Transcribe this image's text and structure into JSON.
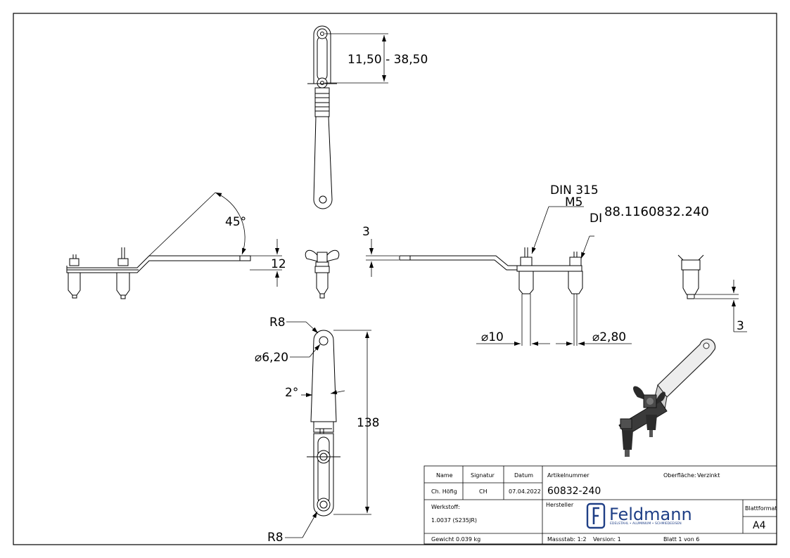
{
  "colors": {
    "line": "#000000",
    "brand": "#1f3f86",
    "part_fill": "#ffffff",
    "render_dark": "#2a2a2a"
  },
  "top_view": {
    "dim_range": "11,50 - 38,50"
  },
  "side_view": {
    "angle": "45°",
    "thickness": "12"
  },
  "right_view": {
    "gap": "3",
    "din1": "DIN 315",
    "din1_thread": "M5",
    "part_number_overlay": "88.1160832.240",
    "din2_partial": "DI",
    "dia_pin": "⌀10",
    "dia_tip": "⌀2,80"
  },
  "detail_view": {
    "dim": "3"
  },
  "bottom_view": {
    "radius_top": "R8",
    "hole_dia": "⌀6,20",
    "taper": "2°",
    "length": "138",
    "radius_bottom": "R8"
  },
  "title_block": {
    "headers": {
      "name": "Name",
      "signature": "Signatur",
      "date": "Datum",
      "article_label": "Artikelnummer",
      "surface_label": "Oberfläche:",
      "manufacturer_label": "Hersteller",
      "sheet_format_label": "Blattformat"
    },
    "name_value": "Ch. Höfig",
    "signature_value": "CH",
    "date_value": "07.04.2022",
    "article_number": "60832-240",
    "surface_value": "Verzinkt",
    "material_label": "Werkstoff:",
    "material_value": "1.0037 (S235JR)",
    "weight": "Gewicht 0.039 kg",
    "scale": "Massstab: 1:2",
    "version": "Version: 1",
    "sheet": "Blatt 1 von 6",
    "sheet_format": "A4",
    "logo_name": "Feldmann",
    "logo_tagline": "EDELSTAHL • ALUMINIUM • SCHMIEDEEISEN"
  }
}
